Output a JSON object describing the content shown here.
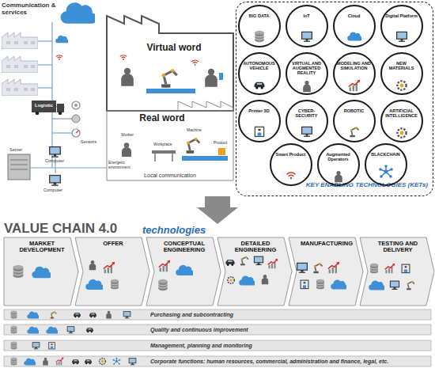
{
  "diagram": {
    "nodes": [
      {
        "text": [
          "Virtual word"
        ]
      },
      {
        "text": [
          "Real word"
        ]
      },
      {
        "text": [
          "KEY ENABLING TECHNOLOGIES (KETs)"
        ]
      },
      {
        "text": [
          "BIG DATA"
        ],
        "in": 2
      },
      {
        "text": [
          "IoT"
        ],
        "in": 2
      },
      {
        "text": [
          "Cloud"
        ],
        "in": 2
      },
      {
        "text": [
          "Digital Platform"
        ],
        "in": 2
      },
      {
        "text": [
          "AUTONOMOUS VEHICLE"
        ],
        "in": 2
      },
      {
        "text": [
          "VIRTUAL AND AUGMENTED REALITY"
        ],
        "in": 2
      },
      {
        "text": [
          "MODELING AND SIMULATION"
        ],
        "in": 2
      },
      {
        "text": [
          "NEW MATERIALS"
        ],
        "in": 2
      },
      {
        "text": [
          "Printer 3D"
        ],
        "in": 2
      },
      {
        "text": [
          "CYBER-SECURITY"
        ],
        "in": 2
      },
      {
        "text": [
          "ROBOTIC"
        ],
        "in": 2
      },
      {
        "text": [
          "ARTIFICIAL INTELLIGENCE"
        ],
        "in": 2
      },
      {
        "text": [
          "Smart Product"
        ],
        "in": 2
      },
      {
        "text": [
          "Augmented Operators"
        ],
        "in": 2
      },
      {
        "text": [
          "BLACKCHAIN"
        ],
        "in": 2
      },
      {
        "text": [
          "MARKET DEVELOPMENT"
        ]
      },
      {
        "text": [
          "OFFER"
        ]
      },
      {
        "text": [
          "CONCEPTUAL ENGINEERING"
        ]
      },
      {
        "text": [
          "DETAILED ENGINEERING"
        ]
      },
      {
        "text": [
          "MANUFACTURING"
        ]
      },
      {
        "text": [
          "TESTING AND DELIVERY"
        ]
      },
      {
        "text": [
          "Purchasing and subcontracting"
        ]
      },
      {
        "text": [
          "Quality and continuous improvement"
        ]
      },
      {
        "text": [
          "Management, planning and monitoring"
        ]
      },
      {
        "text": [
          "Corporate functions: human resources, commercial, administration and finance, legal, etc."
        ]
      }
    ],
    "labels": [
      "Communication & services",
      "Logistic",
      "Sensors",
      "Server",
      "Computer",
      "Computer",
      "Energetic environment",
      "Worker",
      "Workplace",
      "Machine",
      "Product",
      "Local communication",
      "VALUE CHAIN 4.0",
      "technologies"
    ]
  }
}
